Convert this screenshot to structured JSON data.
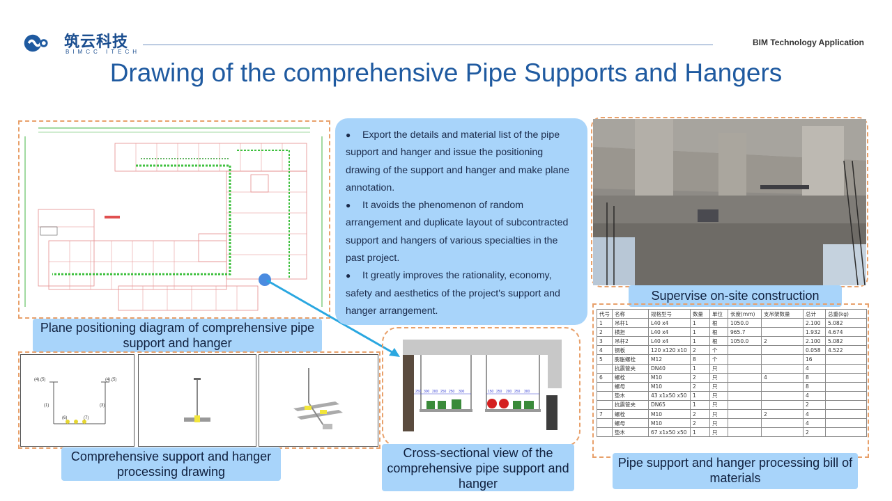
{
  "header": {
    "logo_cn": "筑云科技",
    "logo_en": "BIMCC ITECH",
    "right_label": "BIM Technology Application",
    "title": "Drawing of the comprehensive Pipe Supports and Hangers",
    "brand_color": "#1f5aa0"
  },
  "bullets": [
    {
      "icon": "bullet-dot",
      "text": "Export the details and material list of the pipe support and hanger and issue the positioning drawing of the support and hanger and make plane annotation."
    },
    {
      "icon": "bullet-dot",
      "text": "It avoids the phenomenon of random arrangement and duplicate layout of subcontracted support and hangers of various specialties in the past project."
    },
    {
      "icon": "bullet-dot",
      "text": "It greatly improves the rationality, economy, safety and aesthetics of the project's support and hanger arrangement."
    }
  ],
  "captions": {
    "plane": "Plane positioning diagram of comprehensive pipe support and hanger",
    "processing": "Comprehensive support and hanger processing drawing",
    "section": "Cross-sectional view of the comprehensive pipe support and hanger",
    "site": "Supervise on-site construction",
    "bom": "Pipe support and hanger processing bill of materials"
  },
  "drawing_labels": {
    "p1": "(4),(5)",
    "p2": "(4),(5)",
    "p3": "(1)",
    "p4": "(6)",
    "p5": "(7)",
    "p6": "(3)"
  },
  "section_dims": {
    "left": [
      "250",
      "300",
      "200",
      "250",
      "250",
      "300"
    ],
    "right": [
      "150",
      "250",
      "200",
      "250",
      "300"
    ]
  },
  "bom": {
    "headers": [
      "代号",
      "名称",
      "规格型号",
      "数量",
      "单位",
      "长度(mm)",
      "支吊架数量",
      "总计",
      "总重(kg)"
    ],
    "rows": [
      [
        "1",
        "吊杆1",
        "L40 x4",
        "1",
        "根",
        "1050.0",
        "",
        "2.100",
        "5.082"
      ],
      [
        "2",
        "横担",
        "L40 x4",
        "1",
        "根",
        "965.7",
        "",
        "1.932",
        "4.674"
      ],
      [
        "3",
        "吊杆2",
        "L40 x4",
        "1",
        "根",
        "1050.0",
        "2",
        "2.100",
        "5.082"
      ],
      [
        "4",
        "钢板",
        "120 x120 x10",
        "2",
        "个",
        "",
        "",
        "0.058",
        "4.522"
      ],
      [
        "5",
        "膨胀螺栓",
        "M12",
        "8",
        "个",
        "",
        "",
        "16",
        ""
      ],
      [
        "",
        "抗震管夹",
        "DN40",
        "1",
        "只",
        "",
        "",
        "4",
        ""
      ],
      [
        "6",
        "螺栓",
        "M10",
        "2",
        "只",
        "",
        "4",
        "8",
        ""
      ],
      [
        "",
        "螺母",
        "M10",
        "2",
        "只",
        "",
        "",
        "8",
        ""
      ],
      [
        "",
        "垫木",
        "43 x1x50 x50",
        "1",
        "只",
        "",
        "",
        "4",
        ""
      ],
      [
        "",
        "抗震管夹",
        "DN65",
        "1",
        "只",
        "",
        "",
        "2",
        ""
      ],
      [
        "7",
        "螺栓",
        "M10",
        "2",
        "只",
        "",
        "2",
        "4",
        ""
      ],
      [
        "",
        "螺母",
        "M10",
        "2",
        "只",
        "",
        "",
        "4",
        ""
      ],
      [
        "",
        "垫木",
        "67 x1x50 x50",
        "1",
        "只",
        "",
        "",
        "2",
        ""
      ]
    ]
  }
}
